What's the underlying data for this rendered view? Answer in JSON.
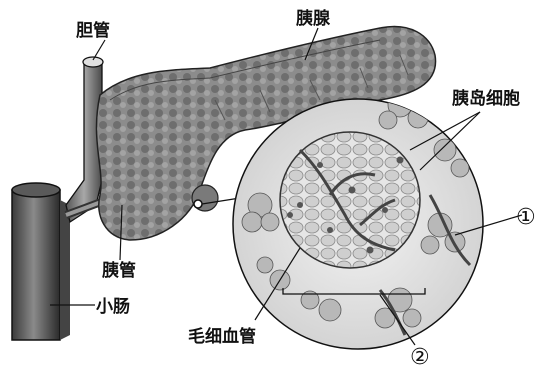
{
  "labels": {
    "bile_duct": "胆管",
    "pancreas": "胰腺",
    "islet_cells": "胰岛细胞",
    "pancreatic_duct": "胰管",
    "small_intestine": "小肠",
    "capillary": "毛细血管",
    "marker_1": "①",
    "marker_2": "②"
  }
}
